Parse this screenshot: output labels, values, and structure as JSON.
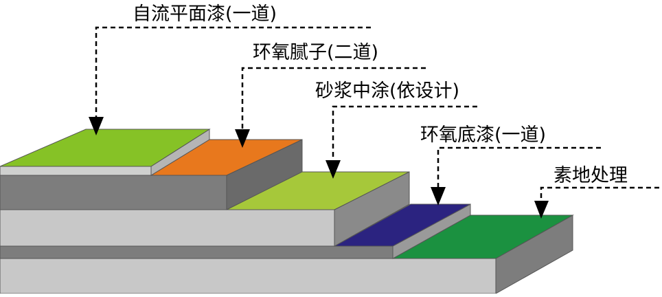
{
  "labels": [
    {
      "id": "label-self-leveling-topcoat",
      "text": "自流平面漆(一道)"
    },
    {
      "id": "label-epoxy-putty",
      "text": "环氧腻子(二道)"
    },
    {
      "id": "label-mortar-intermediate",
      "text": "砂浆中涂(依设计)"
    },
    {
      "id": "label-epoxy-primer",
      "text": "环氧底漆(一道)"
    },
    {
      "id": "label-substrate-treatment",
      "text": "素地处理"
    }
  ],
  "colors": {
    "topcoat": "#86c226",
    "putty": "#e8781d",
    "mortar": "#a6c83a",
    "primer": "#2b2380",
    "substrate": "#1b9140",
    "side_light": "#c8c8c8",
    "side_dark": "#7d7d7d",
    "top_thin": "#cfd0cf",
    "leader": "#000000"
  }
}
